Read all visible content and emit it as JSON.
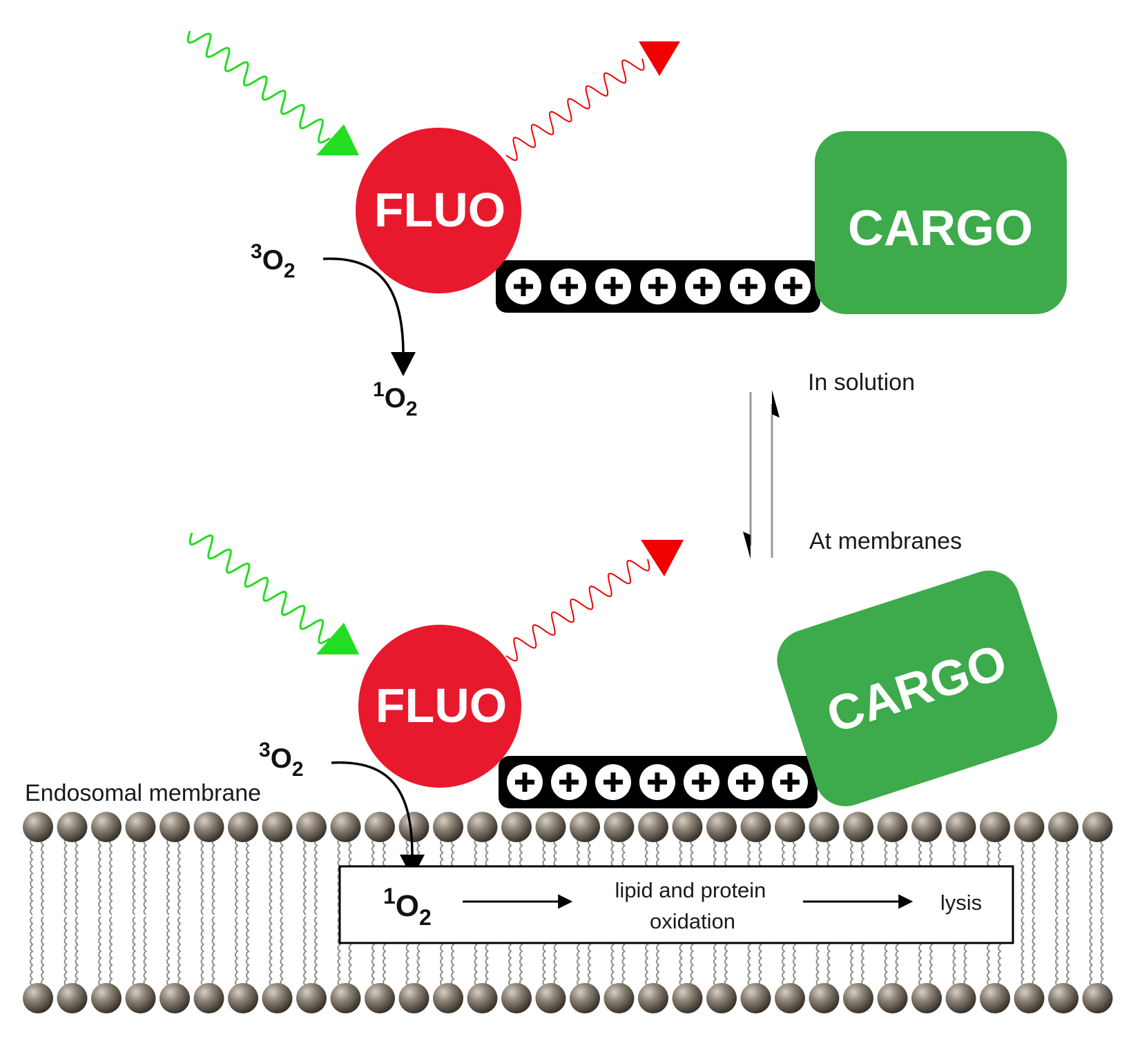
{
  "labels": {
    "fluo": "FLUO",
    "cargo": "CARGO",
    "triplet_oxygen": {
      "sup": "3",
      "base": "O",
      "sub": "2"
    },
    "singlet_oxygen": {
      "sup": "1",
      "base": "O",
      "sub": "2"
    },
    "in_solution": "In solution",
    "at_membranes": "At membranes",
    "endosomal_membrane": "Endosomal membrane",
    "oxidation_line1": "lipid and protein",
    "oxidation_line2": "oxidation",
    "lysis": "lysis",
    "charge": "+"
  },
  "charges_per_peptide": 7,
  "colors": {
    "fluo": "#e8192c",
    "cargo": "#3daa4b",
    "excitation": "#22dd22",
    "emission": "#f00000",
    "peptide": "#000000",
    "lipid_head": "#8a7f73"
  }
}
